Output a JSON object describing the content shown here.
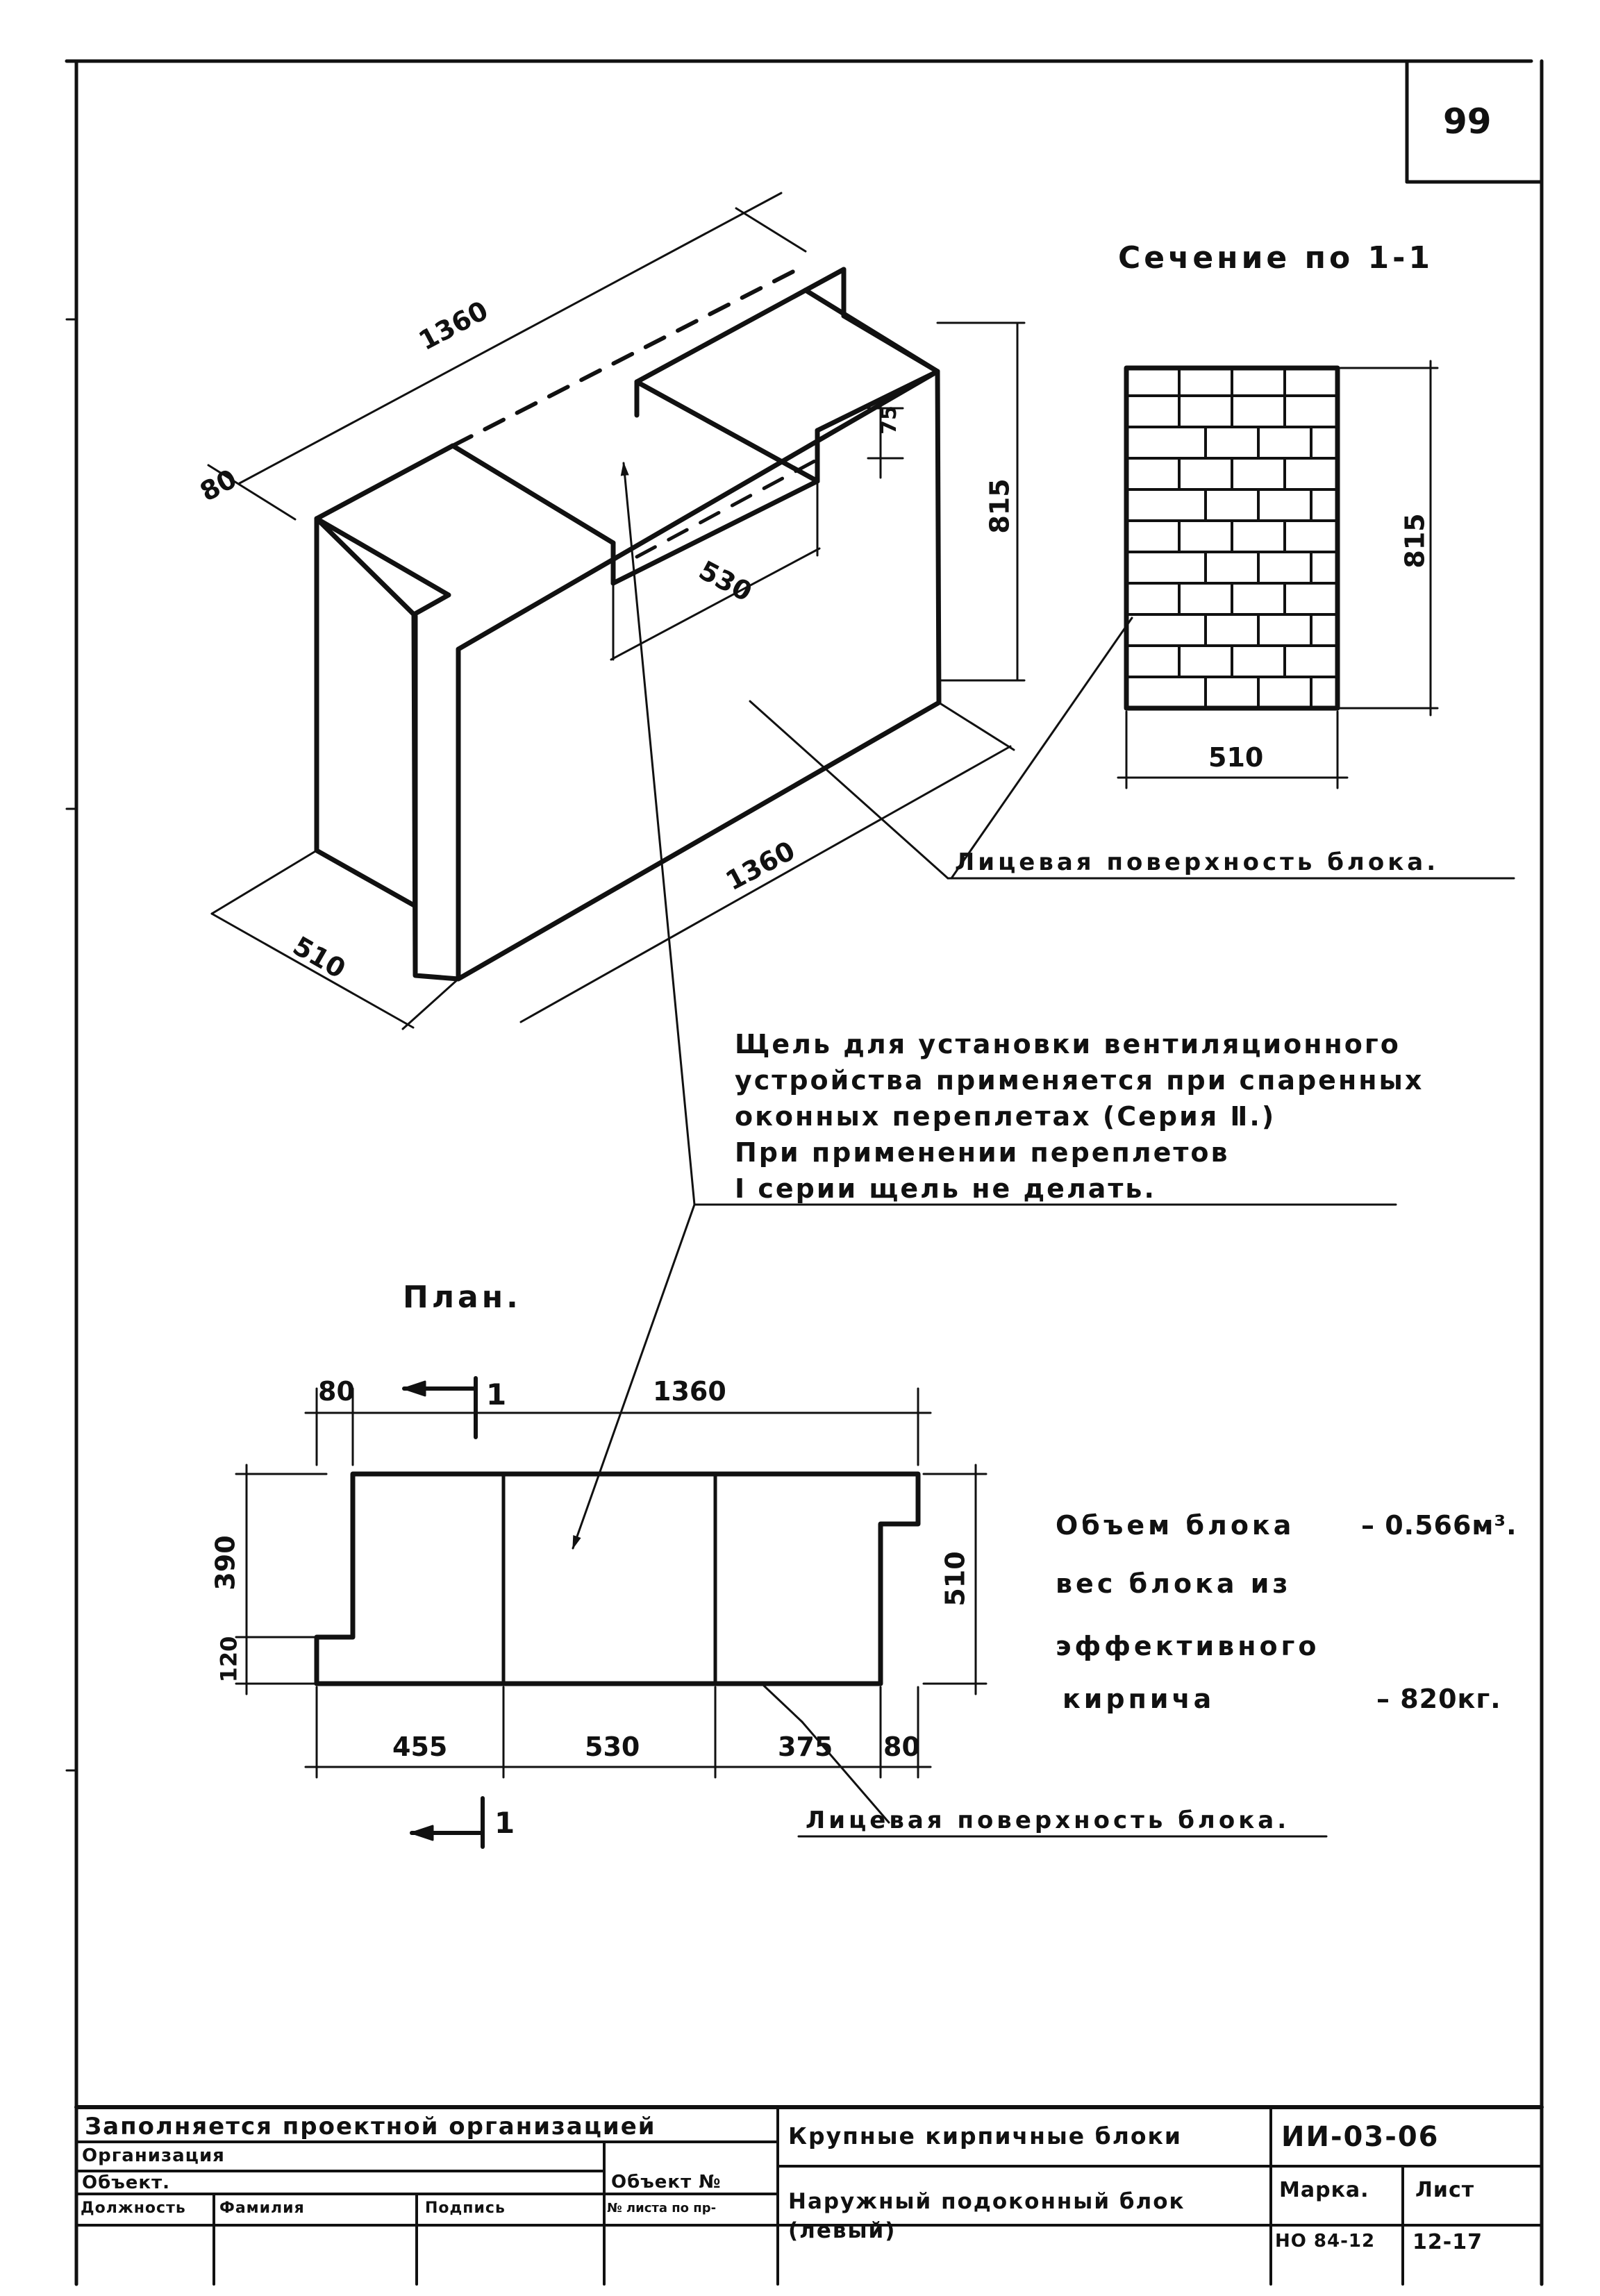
{
  "sheet_number": "99",
  "section_title": "Сечение по 1-1",
  "plan_title": "План.",
  "face_label_top": "Лицевая поверхность блока.",
  "face_label_bottom": "Лицевая поверхность блока.",
  "note": "Щель для установки вентиляционного\nустройства применяется при спаренных\nоконных переплетах (Серия Ⅱ.)\nПри применении переплетов\nⅠ серии щель не делать.",
  "iso_dims": {
    "top_length": "1360",
    "top_depth": "80",
    "slot_depth": "75",
    "height": "815",
    "slot_width": "530",
    "bottom_length": "1360",
    "bottom_depth": "510"
  },
  "section_dims": {
    "height": "815",
    "width": "510"
  },
  "plan_dims": {
    "top_left": "80",
    "top_total": "1360",
    "left_upper": "390",
    "left_lower": "120",
    "right": "510",
    "b1": "455",
    "b2": "530",
    "b3": "375",
    "b4": "80",
    "cut_top": "1",
    "cut_bottom": "1"
  },
  "specs": [
    {
      "label": "Объем блока",
      "value": "– 0.566м³."
    },
    {
      "label": "вес блока из",
      "value": ""
    },
    {
      "label": "эффективного",
      "value": ""
    },
    {
      "label": "кирпича",
      "value": "– 820кг."
    }
  ],
  "title_block": {
    "org_fill": "Заполняется проектной организацией",
    "organization": "Организация",
    "object": "Объект.",
    "object_no": "Объект №",
    "col_position": "Должность",
    "col_surname": "Фамилия",
    "col_signature": "Подпись",
    "col_sheet_no": "№ листа по пр-",
    "drawing_title": "Крупные кирпичные блоки",
    "drawing_subtitle": "Наружный подоконный блок (левый)",
    "series": "ИИ-03-06",
    "mark_label": "Марка.",
    "mark_value": "НО 84-12",
    "sheet_label": "Лист",
    "sheet_value": "12-17"
  }
}
